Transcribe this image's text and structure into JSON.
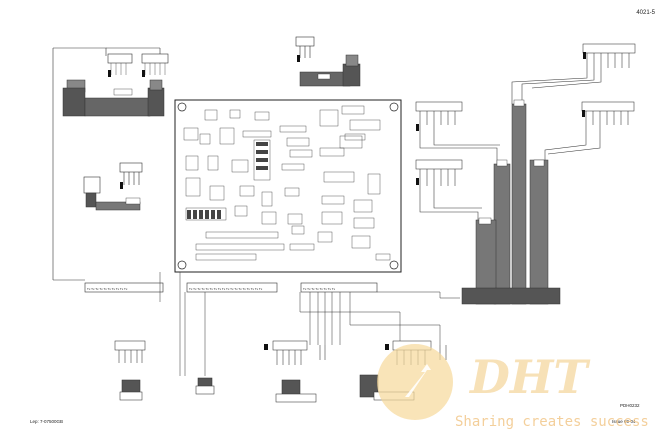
{
  "doc_code": "4021-5",
  "footer_left": "Lep: 7-07500GB",
  "footer_right_code": "PDH0232",
  "footer_right_issue": "Issue 09-04",
  "watermark": {
    "logo": "DHT",
    "tagline": "Sharing creates success"
  },
  "colors": {
    "housing": "#555555",
    "housing_light": "#999999",
    "line": "#333333",
    "watermark": "#f5d7a0",
    "watermark_circle": "#f7d99a"
  },
  "legend_lines": [
    "Tx Tx Tx Tx Tx Tx Tx Tx Tx Tx",
    "Tx Tx Tx Tx Tx Tx Tx Tx Tx Tx Tx Tx Tx Tx Tx Tx Tx Tx",
    "Tx Tx Tx Tx Tx Tx Tx Tx"
  ]
}
